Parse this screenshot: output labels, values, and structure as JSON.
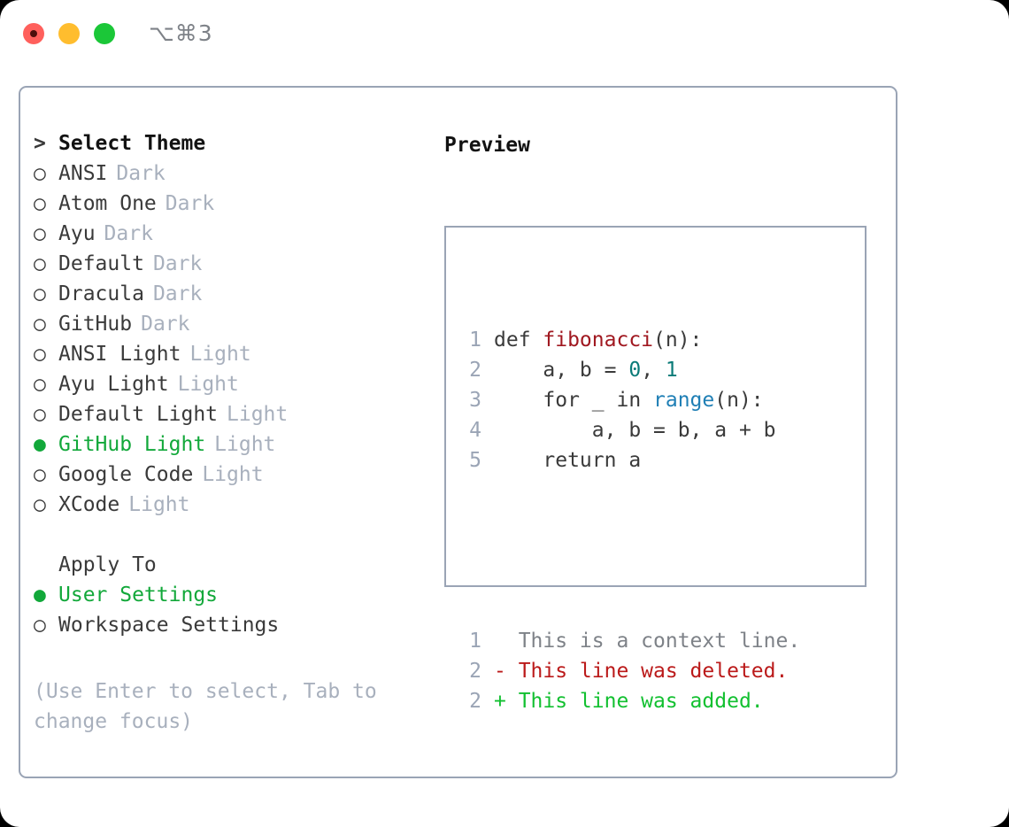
{
  "window": {
    "shortcut": "⌥⌘3",
    "traffic_lights": [
      {
        "name": "close-button",
        "color": "#ff605c"
      },
      {
        "name": "minimize-button",
        "color": "#ffbd2e"
      },
      {
        "name": "maximize-button",
        "color": "#1bc738"
      }
    ]
  },
  "theme_list": {
    "header": {
      "marker": ">",
      "label": "Select Theme"
    },
    "items": [
      {
        "marker": "○",
        "label": "ANSI",
        "tag": "Dark",
        "selected": false
      },
      {
        "marker": "○",
        "label": "Atom One",
        "tag": "Dark",
        "selected": false
      },
      {
        "marker": "○",
        "label": "Ayu",
        "tag": "Dark",
        "selected": false
      },
      {
        "marker": "○",
        "label": "Default",
        "tag": "Dark",
        "selected": false
      },
      {
        "marker": "○",
        "label": "Dracula",
        "tag": "Dark",
        "selected": false
      },
      {
        "marker": "○",
        "label": "GitHub",
        "tag": "Dark",
        "selected": false
      },
      {
        "marker": "○",
        "label": "ANSI Light",
        "tag": "Light",
        "selected": false
      },
      {
        "marker": "○",
        "label": "Ayu Light",
        "tag": "Light",
        "selected": false
      },
      {
        "marker": "○",
        "label": "Default Light",
        "tag": "Light",
        "selected": false
      },
      {
        "marker": "●",
        "label": "GitHub Light",
        "tag": "Light",
        "selected": true
      },
      {
        "marker": "○",
        "label": "Google Code",
        "tag": "Light",
        "selected": false
      },
      {
        "marker": "○",
        "label": "XCode",
        "tag": "Light",
        "selected": false
      }
    ]
  },
  "apply_to": {
    "header": "Apply To",
    "items": [
      {
        "marker": "●",
        "label": "User Settings",
        "selected": true
      },
      {
        "marker": "○",
        "label": "Workspace Settings",
        "selected": false
      }
    ]
  },
  "hint": "(Use Enter to select, Tab to change focus)",
  "preview": {
    "title": "Preview",
    "code_lines": [
      {
        "lineno": "1",
        "spans": [
          {
            "text": "def ",
            "style": "plain"
          },
          {
            "text": "fibonacci",
            "style": "fn"
          },
          {
            "text": "(n):",
            "style": "plain"
          }
        ]
      },
      {
        "lineno": "2",
        "spans": [
          {
            "text": "    a, b = ",
            "style": "plain"
          },
          {
            "text": "0",
            "style": "num"
          },
          {
            "text": ", ",
            "style": "plain"
          },
          {
            "text": "1",
            "style": "num"
          }
        ]
      },
      {
        "lineno": "3",
        "spans": [
          {
            "text": "    for _ in ",
            "style": "plain"
          },
          {
            "text": "range",
            "style": "call"
          },
          {
            "text": "(n):",
            "style": "plain"
          }
        ]
      },
      {
        "lineno": "4",
        "spans": [
          {
            "text": "        a, b = b, a + b",
            "style": "plain"
          }
        ]
      },
      {
        "lineno": "5",
        "spans": [
          {
            "text": "    return a",
            "style": "plain"
          }
        ]
      }
    ],
    "diff_lines": [
      {
        "lineno": "1",
        "spans": [
          {
            "text": "  This is a context line.",
            "style": "ctx"
          }
        ]
      },
      {
        "lineno": "2",
        "spans": [
          {
            "text": "- This line was deleted.",
            "style": "del"
          }
        ]
      },
      {
        "lineno": "2",
        "spans": [
          {
            "text": "+ This line was added.",
            "style": "add"
          }
        ]
      }
    ]
  },
  "colors": {
    "accent_green": "#12a83a",
    "muted": "#a8b0bd",
    "border": "#9aa4b5",
    "text": "#3a3a3a",
    "diff_add": "#12c030",
    "diff_del": "#bb1a1a",
    "fn": "#a01820",
    "num": "#0b7b78",
    "call": "#1f7fb5"
  }
}
